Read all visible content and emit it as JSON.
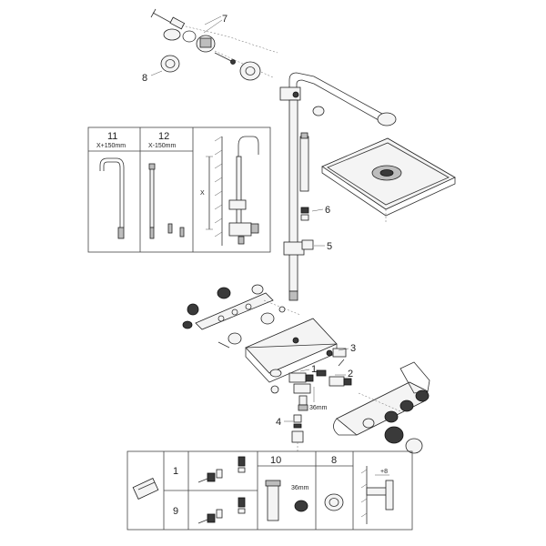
{
  "callouts": {
    "c1": "1",
    "c2": "2",
    "c3": "3",
    "c4": "4",
    "c5": "5",
    "c6": "6",
    "c7": "7",
    "c8": "8"
  },
  "detail_panel": {
    "col11_num": "11",
    "col11_dim": "X+150mm",
    "col12_num": "12",
    "col12_dim": "X-150mm",
    "x_label": "X"
  },
  "dimension_36mm": "36mm",
  "bottom_table": {
    "row1_num": "1",
    "row2_num": "9",
    "col10_num": "10",
    "col10_dim": "36mm",
    "col8_num": "8",
    "plus8": "+8"
  },
  "colors": {
    "line": "#333333",
    "dark_part": "#3a3a3a",
    "mid_part": "#bdbdbd"
  }
}
